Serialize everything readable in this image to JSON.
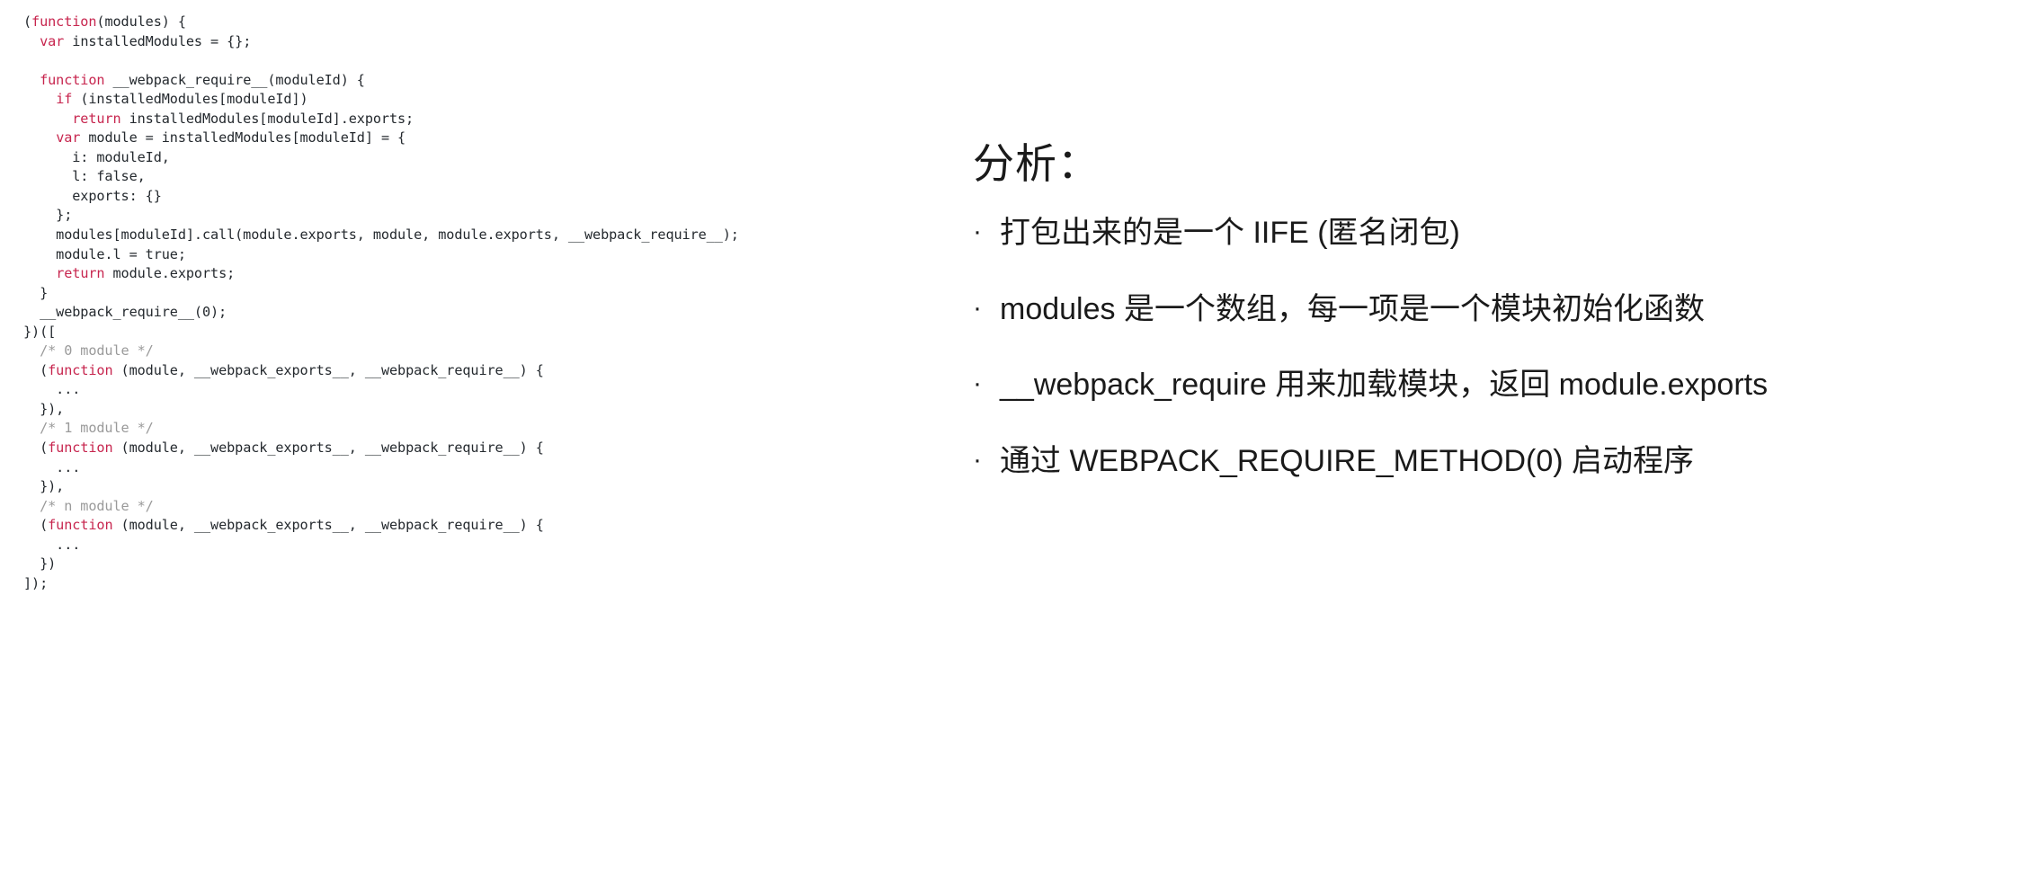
{
  "slide": {
    "background_color": "#ffffff",
    "text_color": "#1a1a1a"
  },
  "code_panel": {
    "language": "javascript",
    "theme": {
      "keyword_color": "#c7254e",
      "comment_color": "#9a9a9a",
      "text_color": "#24292e"
    },
    "lines": [
      [
        {
          "t": "(",
          "c": "plain"
        },
        {
          "t": "function",
          "c": "kw"
        },
        {
          "t": "(modules) {",
          "c": "plain"
        }
      ],
      [
        {
          "t": "  ",
          "c": "plain"
        },
        {
          "t": "var",
          "c": "kw"
        },
        {
          "t": " installedModules = {};",
          "c": "plain"
        }
      ],
      [],
      [
        {
          "t": "  ",
          "c": "plain"
        },
        {
          "t": "function",
          "c": "kw"
        },
        {
          "t": " __webpack_require__(moduleId) {",
          "c": "plain"
        }
      ],
      [
        {
          "t": "    ",
          "c": "plain"
        },
        {
          "t": "if",
          "c": "kw"
        },
        {
          "t": " (installedModules[moduleId])",
          "c": "plain"
        }
      ],
      [
        {
          "t": "      ",
          "c": "plain"
        },
        {
          "t": "return",
          "c": "kw"
        },
        {
          "t": " installedModules[moduleId].exports;",
          "c": "plain"
        }
      ],
      [
        {
          "t": "    ",
          "c": "plain"
        },
        {
          "t": "var",
          "c": "kw"
        },
        {
          "t": " module = installedModules[moduleId] = {",
          "c": "plain"
        }
      ],
      [
        {
          "t": "      i: moduleId,",
          "c": "plain"
        }
      ],
      [
        {
          "t": "      l: false,",
          "c": "plain"
        }
      ],
      [
        {
          "t": "      exports: {}",
          "c": "plain"
        }
      ],
      [
        {
          "t": "    };",
          "c": "plain"
        }
      ],
      [
        {
          "t": "    modules[moduleId].call(module.exports, module, module.exports, __webpack_require__);",
          "c": "plain"
        }
      ],
      [
        {
          "t": "    module.l = true;",
          "c": "plain"
        }
      ],
      [
        {
          "t": "    ",
          "c": "plain"
        },
        {
          "t": "return",
          "c": "kw"
        },
        {
          "t": " module.exports;",
          "c": "plain"
        }
      ],
      [
        {
          "t": "  }",
          "c": "plain"
        }
      ],
      [
        {
          "t": "  __webpack_require__(0);",
          "c": "plain"
        }
      ],
      [
        {
          "t": "})([",
          "c": "plain"
        }
      ],
      [
        {
          "t": "  /* 0 module */",
          "c": "cmt"
        }
      ],
      [
        {
          "t": "  (",
          "c": "plain"
        },
        {
          "t": "function",
          "c": "kw"
        },
        {
          "t": " (module, __webpack_exports__, __webpack_require__) {",
          "c": "plain"
        }
      ],
      [
        {
          "t": "    ...",
          "c": "plain"
        }
      ],
      [
        {
          "t": "  }),",
          "c": "plain"
        }
      ],
      [
        {
          "t": "  /* 1 module */",
          "c": "cmt"
        }
      ],
      [
        {
          "t": "  (",
          "c": "plain"
        },
        {
          "t": "function",
          "c": "kw"
        },
        {
          "t": " (module, __webpack_exports__, __webpack_require__) {",
          "c": "plain"
        }
      ],
      [
        {
          "t": "    ...",
          "c": "plain"
        }
      ],
      [
        {
          "t": "  }),",
          "c": "plain"
        }
      ],
      [
        {
          "t": "  /* n module */",
          "c": "cmt"
        }
      ],
      [
        {
          "t": "  (",
          "c": "plain"
        },
        {
          "t": "function",
          "c": "kw"
        },
        {
          "t": " (module, __webpack_exports__, __webpack_require__) {",
          "c": "plain"
        }
      ],
      [
        {
          "t": "    ...",
          "c": "plain"
        }
      ],
      [
        {
          "t": "  })",
          "c": "plain"
        }
      ],
      [
        {
          "t": "]);",
          "c": "plain"
        }
      ]
    ]
  },
  "analysis": {
    "heading": "分析：",
    "bullet_marker": "·",
    "bullets": [
      {
        "text": "打包出来的是一个 IIFE (匿名闭包)"
      },
      {
        "text": "modules 是一个数组，每一项是一个模块初始化函数"
      },
      {
        "text": "__webpack_require 用来加载模块，返回 module.exports"
      },
      {
        "text": "通过 WEBPACK_REQUIRE_METHOD(0) 启动程序"
      }
    ]
  }
}
